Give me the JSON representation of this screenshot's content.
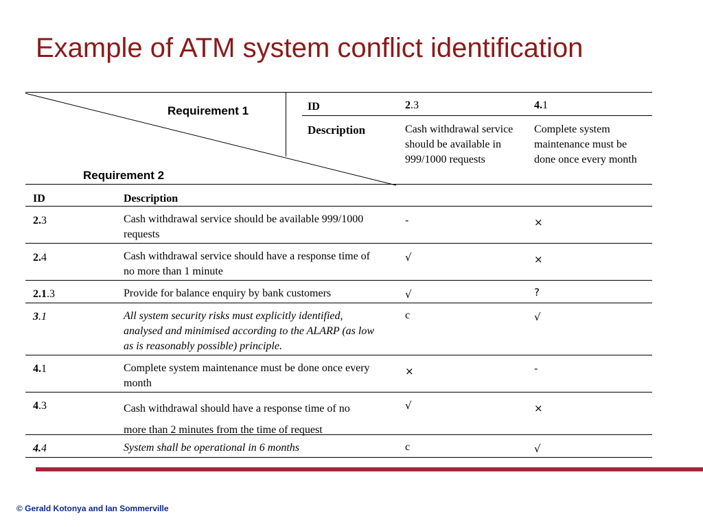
{
  "title": "Example of ATM system conflict identification",
  "header": {
    "requirement1_label": "Requirement 1",
    "requirement2_label": "Requirement 2",
    "id_label": "ID",
    "description_label": "Description",
    "columns": [
      {
        "id_bold": "2",
        "id_rest": ".3",
        "description": "Cash withdrawal service should be available in 999/1000 requests"
      },
      {
        "id_bold": "4.",
        "id_rest": "1",
        "description": "Complete system maintenance must be done once every month"
      }
    ]
  },
  "table": {
    "col_id_header": "ID",
    "col_desc_header": "Description",
    "rows": [
      {
        "id_bold": "2.",
        "id_rest": "3",
        "italic": false,
        "description": "Cash withdrawal service should be available 999/1000 requests",
        "c1": "-",
        "c2": "×"
      },
      {
        "id_bold": "2.",
        "id_rest": "4",
        "italic": false,
        "description": "Cash withdrawal service should have a response time of no more than 1 minute",
        "c1": "√",
        "c2": "×"
      },
      {
        "id_bold": "2.1",
        "id_rest": ".3",
        "italic": false,
        "description": "Provide for balance enquiry by bank customers",
        "c1": "√",
        "c2": "?"
      },
      {
        "id_bold": "3",
        "id_rest": ".1",
        "italic": true,
        "description": "All system security risks must explicitly  identified, analysed and minimised  according to the ALARP (as low as is reasonably possible) principle.",
        "c1": "c",
        "c2": "√"
      },
      {
        "id_bold": "4.",
        "id_rest": "1",
        "italic": false,
        "description": "Complete system maintenance must be done once every month",
        "c1": "×",
        "c2": "-"
      },
      {
        "id_bold": "4",
        "id_rest": ".3",
        "italic": false,
        "description": "Cash withdrawal should have a response time of no more than 2 minutes from the time of request",
        "c1": "√",
        "c2": "×"
      },
      {
        "id_bold": "4.",
        "id_rest": "4",
        "italic": true,
        "description": "System shall  be operational in 6 months",
        "c1": "c",
        "c2": "√"
      }
    ]
  },
  "footer": "© Gerald Kotonya and Ian Sommerville",
  "colors": {
    "title": "#8b1a1a",
    "bar": "#a32638",
    "footer": "#0b2a8a"
  }
}
